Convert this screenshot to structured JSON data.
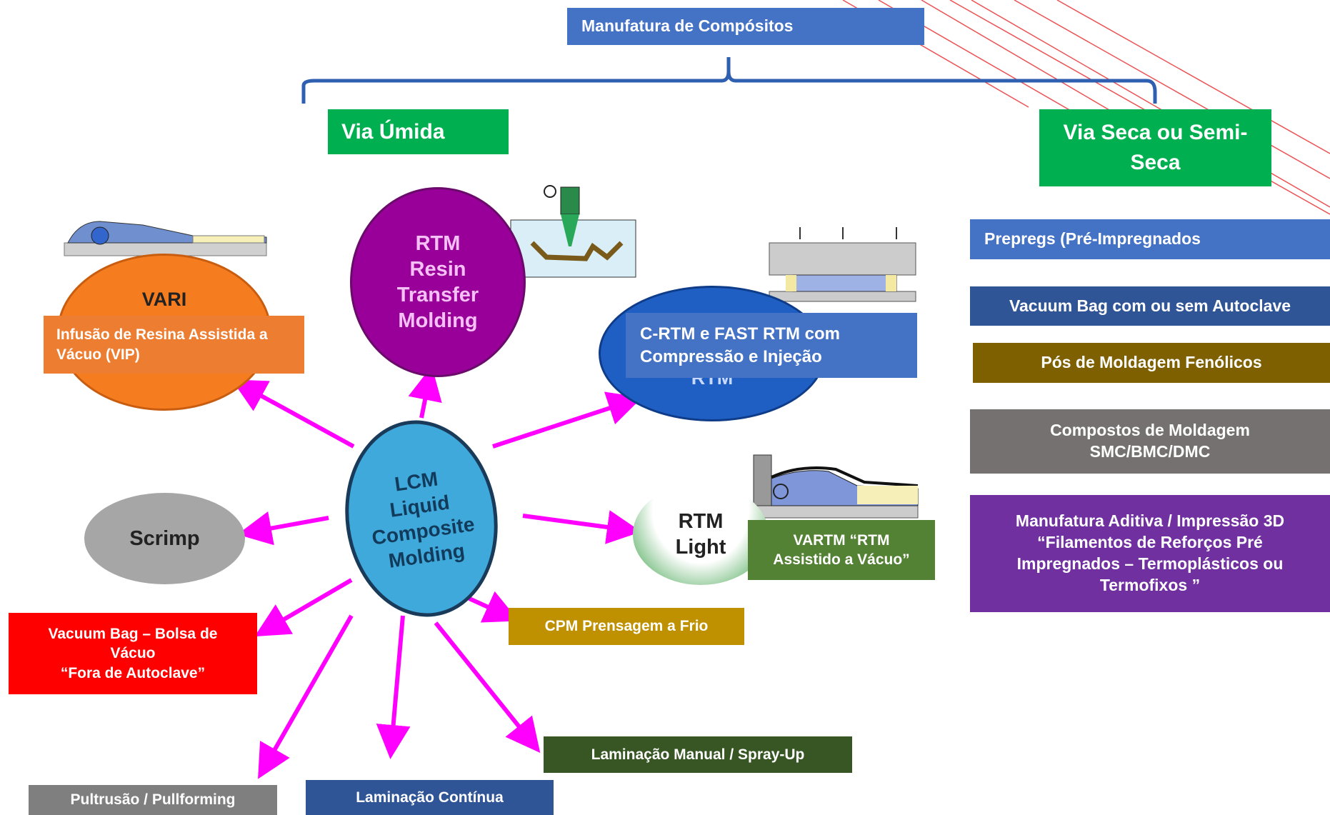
{
  "title": "Manufatura de Compósitos",
  "branches": {
    "wet": "Via Úmida",
    "dry": "Via Seca ou Semi-\nSeca"
  },
  "circles": {
    "vari": "VARI",
    "rtm": "RTM\nResin\nTransfer\nMolding",
    "crtm_bottom": "RTM",
    "lcm": "LCM\nLiquid\nComposite\nMolding",
    "scrimp": "Scrimp",
    "rtm_light": "RTM\nLight"
  },
  "wet_labels": {
    "vip": "Infusão de Resina Assistida a\nVácuo (VIP)",
    "crtm": "C-RTM e FAST RTM com\nCompressão e Injeção",
    "vartm": "VARTM “RTM\nAssistido a Vácuo”",
    "cpm": "CPM Prensagem a Frio",
    "vacuum_bag": "Vacuum Bag – Bolsa de\nVácuo\n“Fora de Autoclave”",
    "manual": "Laminação Manual / Spray-Up",
    "continuous": "Laminação Contínua",
    "pultrusion": "Pultrusão / Pullforming"
  },
  "dry_labels": {
    "prepregs": "Prepregs (Pré-Impregnados",
    "vacuum_bag": "Vacuum Bag  com ou sem Autoclave",
    "phenolic": "Pós de Moldagem Fenólicos",
    "compounds": "Compostos de Moldagem\nSMC/BMC/DMC",
    "additive": "Manufatura Aditiva / Impressão 3D\n“Filamentos de Reforços Pré\nImpregnados – Termoplásticos ou\nTermofixos ”"
  },
  "colors": {
    "header_blue": "#4472c4",
    "green": "#00b050",
    "orange": "#ed7d31",
    "purple": "#990099",
    "arrow_magenta": "#ff00ff",
    "red": "#ff0000",
    "gold": "#bf9000",
    "dark_green": "#375623",
    "dark_blue": "#2f5597",
    "gray": "#7f7f7f",
    "brown": "#7f6000",
    "violet": "#7030a0",
    "lcm_blue": "#3fa9dc",
    "circle_blue": "#1f5fc4"
  }
}
